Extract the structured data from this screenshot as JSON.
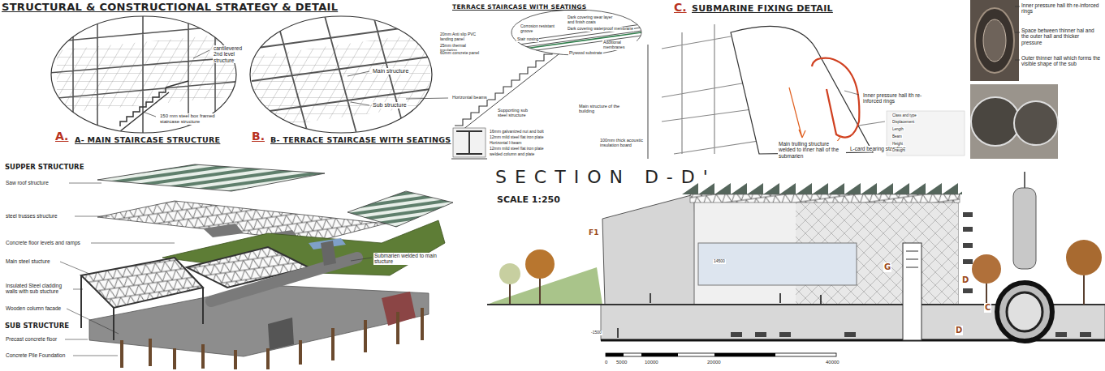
{
  "diagram": {
    "title": "STRUCTURAL & CONSTRUCTIONAL STRATEGY & DETAIL",
    "labels": [
      "A.",
      "A- MAIN STAIRCASE STRUCTURE",
      "cantilevered 2nd level structure",
      "150 mm steel box framed staircase structure",
      "B.",
      "B- TERRACE STAIRCASE WITH SEATINGS",
      "Main structure",
      "Sub structure",
      "TERRACE STAIRCASE WITH SEATINGS",
      "20mm Anti slip PVC landing panel",
      "25mm thermal insulation",
      "60mm concrete panel",
      "Corrosion resistant groove",
      "Stair nosing",
      "Dark covering wear layer and finish coats",
      "Dark covering waterproof membrane",
      "Additional membranes",
      "Plywood substrate",
      "Horizontal beams",
      "Supporting sub steel structure",
      "Main structure of the building",
      "100mm thick acoustic insulation board",
      "16mm galvanized nut and bolt",
      "12mm mild steel flat iron plate",
      "Horizontal I-beam",
      "12mm mild steel flat iron plate",
      "welded column and plate",
      "C.",
      "SUBMARINE FIXING DETAIL",
      "Inner pressure hall ith re-inforced rings",
      "Main trulling structure welded to inner hall of the submarien",
      "L-card bearing standing",
      "Class and type",
      "Displacement",
      "Length",
      "Beam",
      "Height",
      "Draught",
      "Inner pressure hall ith re-inforced rings",
      "Space between thinner hal and the outer hall and thicker pressure",
      "Outer thinner hall which forms the visible shape of the sub",
      "SUPPER STRUCTURE",
      "Saw roof structure",
      "steel trusses structure",
      "Concrete floor levels and ramps",
      "Main steel stucture",
      "Insulated Steel cladding walls with sub stucture",
      "Wooden column facade",
      "SUB STRUCTURE",
      "Precast concrete floor",
      "Concrete Pile Foundation",
      "Submarien welded to main stucture",
      "SECTION D-D'",
      "SCALE 1:250",
      "F1",
      "14500",
      "G",
      "D",
      "C",
      "D",
      "-1500",
      "0",
      "5000",
      "10000",
      "20000",
      "40000"
    ]
  }
}
